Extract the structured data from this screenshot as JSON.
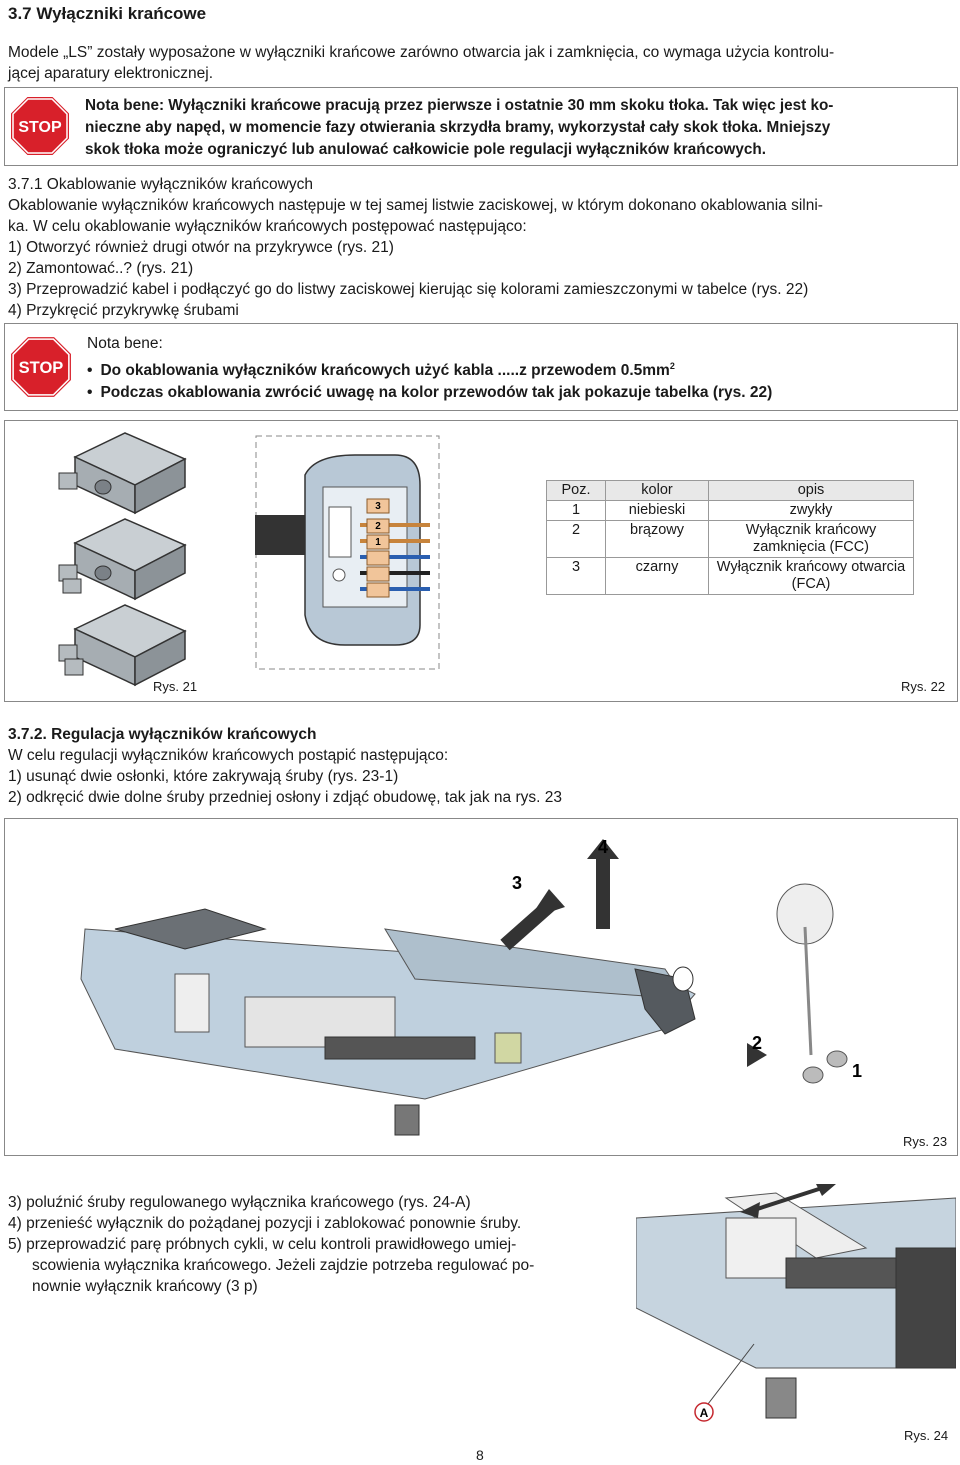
{
  "section": {
    "title": "3.7 Wyłączniki krańcowe",
    "intro": [
      "Modele „LS” zostały wyposażone w wyłączniki krańcowe zarówno otwarcia jak i zamknięcia, co wymaga użycia kontrolu-",
      "jącej aparatury elektronicznej."
    ]
  },
  "note1": {
    "stop_label": "STOP",
    "lines": [
      "Nota bene: Wyłączniki krańcowe pracują przez pierwsze i ostatnie 30 mm skoku tłoka. Tak więc jest ko-",
      "nieczne aby napęd, w momencie fazy otwierania skrzydła bramy, wykorzystał cały skok tłoka. Mniejszy",
      "skok tłoka może ograniczyć lub anulować całkowicie pole regulacji wyłączników krańcowych."
    ]
  },
  "sub1": {
    "title": "3.7.1 Okablowanie wyłączników krańcowych",
    "lines": [
      "Okablowanie wyłączników krańcowych następuje w tej samej listwie zaciskowej, w którym dokonano okablowania silni-",
      "ka. W celu okablowanie wyłączników krańcowych postępować następująco:",
      "1) Otworzyć również drugi otwór na przykrywce (rys. 21)",
      "2) Zamontować..? (rys. 21)",
      "3) Przeprowadzić kabel i podłączyć go do listwy zaciskowej kierując się kolorami zamieszczonymi w tabelce (rys. 22)",
      "4) Przykręcić przykrywkę śrubami"
    ]
  },
  "note2": {
    "stop_label": "STOP",
    "title": "Nota bene:",
    "bullet1": "Do okablowania wyłączników krańcowych użyć kabla .....z przewodem 0.5mm",
    "bullet1_sup": "2",
    "bullet2": "Podczas okablowania zwrócić uwagę na kolor przewodów tak jak pokazuje tabelka (rys. 22)"
  },
  "figure21": {
    "caption": "Rys. 21"
  },
  "figure22": {
    "caption": "Rys. 22",
    "terminal_numbers": [
      "3",
      "2",
      "1"
    ],
    "table": {
      "headers": [
        "Poz.",
        "kolor",
        "opis"
      ],
      "rows": [
        [
          "1",
          "niebieski",
          "zwykły"
        ],
        [
          "2",
          "brązowy",
          "Wyłącznik krańcowy zamknięcia (FCC)"
        ],
        [
          "3",
          "czarny",
          "Wyłącznik krańcowy otwarcia (FCA)"
        ]
      ]
    }
  },
  "sub2": {
    "title": "3.7.2. Regulacja wyłączników krańcowych",
    "lines": [
      "W celu regulacji wyłączników krańcowych postąpić następująco:",
      "1) usunąć dwie osłonki, które zakrywają śruby (rys. 23-1)",
      "2) odkręcić dwie dolne  śruby przedniej osłony i zdjąć obudowę, tak jak na rys. 23"
    ]
  },
  "figure23": {
    "caption": "Rys. 23",
    "labels": [
      "4",
      "3",
      "2",
      "1"
    ]
  },
  "steps": {
    "lines": [
      "3) poluźnić śruby regulowanego wyłącznika krańcowego (rys. 24-A)",
      "4) przenieść wyłącznik do pożądanej pozycji i zablokować ponownie śruby.",
      "5) przeprowadzić parę próbnych cykli, w celu kontroli prawidłowego umiej-",
      "scowienia wyłącznika krańcowego. Jeżeli zajdzie potrzeba regulować po-",
      "nownie wyłącznik krańcowy (3 p)"
    ]
  },
  "figure24": {
    "caption": "Rys. 24",
    "label": "A"
  },
  "page_number": "8"
}
